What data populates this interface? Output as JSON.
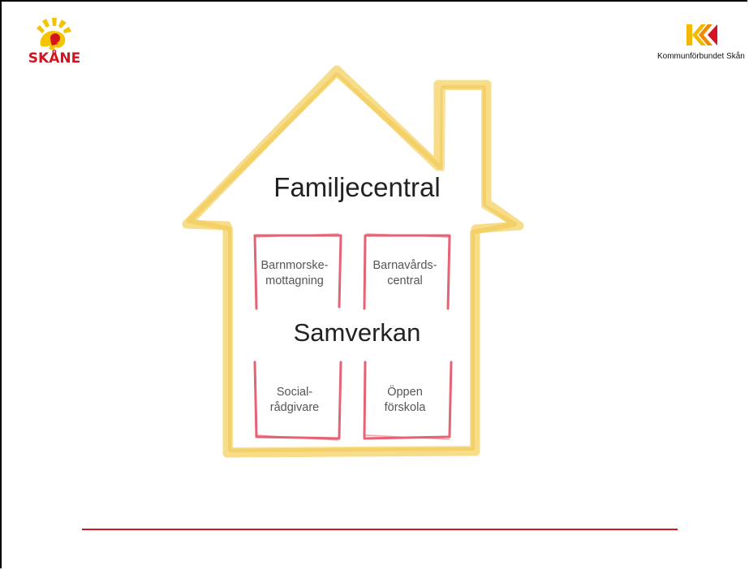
{
  "logos": {
    "left_wordmark": "SKÅNE",
    "right_caption": "Kommunförbundet Skån"
  },
  "diagram": {
    "title": "Familjecentral",
    "center": "Samverkan",
    "rooms": [
      {
        "line1": "Barnmorske-",
        "line2": "mottagning"
      },
      {
        "line1": "Barnavårds-",
        "line2": "central"
      },
      {
        "line1": "Social-",
        "line2": "rådgivare"
      },
      {
        "line1": "Öppen",
        "line2": "förskola"
      }
    ]
  },
  "colors": {
    "house_outline": "#f2c94c",
    "room_outline": "#e0485c",
    "divider": "#d4141e",
    "brand_red": "#d4141e",
    "brand_yellow": "#f5c400"
  }
}
